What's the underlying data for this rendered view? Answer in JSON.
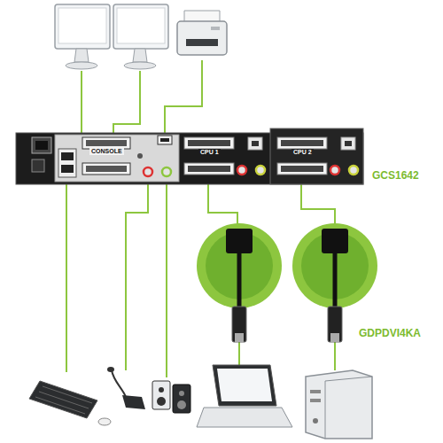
{
  "diagram": {
    "labels": [
      "CONSOLE",
      "CPU 1",
      "CPU 2",
      "GCS1642",
      "GDPDVI4KA"
    ]
  }
}
